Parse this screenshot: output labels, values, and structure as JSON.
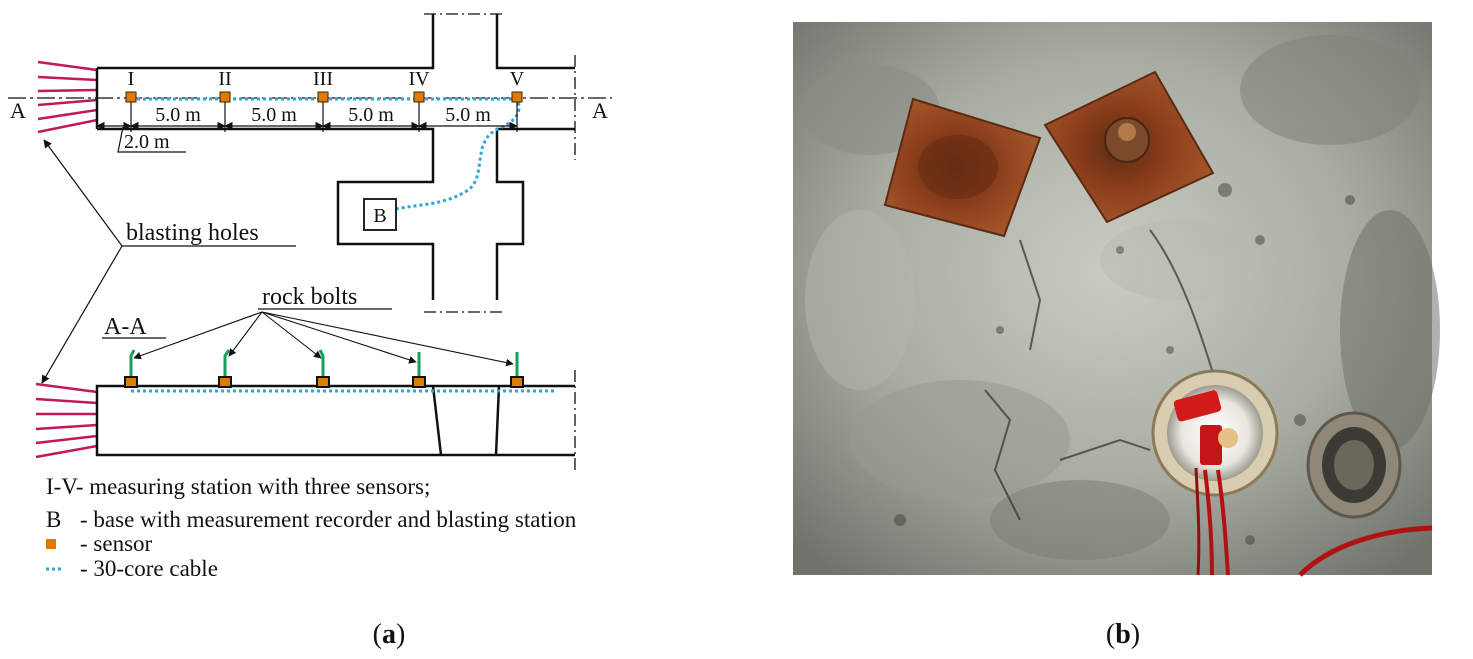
{
  "panel_a": {
    "section_mark": "A",
    "section_view_label": "A-A",
    "stations": [
      "I",
      "II",
      "III",
      "IV",
      "V"
    ],
    "spacings": [
      "5.0 m",
      "5.0 m",
      "5.0 m",
      "5.0 m"
    ],
    "offset": "2.0 m",
    "base_label": "B",
    "blasting_holes_label": "blasting holes",
    "rock_bolts_label": "rock bolts",
    "legend": {
      "stations_desc": "I-V- measuring station with three sensors;",
      "base_key": "B",
      "base_desc": "- base with measurement recorder and blasting station",
      "sensor_desc": "- sensor",
      "cable_desc": "- 30-core cable"
    },
    "caption": {
      "open": "(",
      "letter": "a",
      "close": ")"
    }
  },
  "panel_b": {
    "caption": {
      "open": "(",
      "letter": "b",
      "close": ")"
    }
  },
  "colors": {
    "blasting_hole": "#c2185b",
    "sensor": "#e07b00",
    "cable": "#2aa8d6",
    "rock_bolt": "#12a05a"
  }
}
